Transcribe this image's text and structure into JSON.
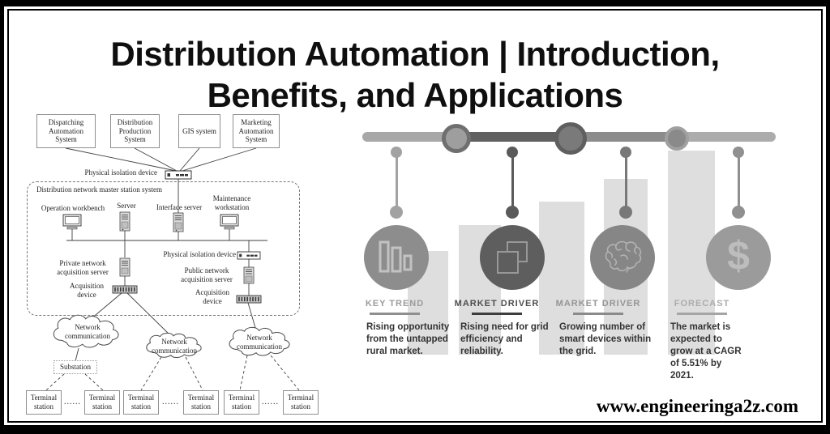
{
  "title": {
    "line1": "Distribution Automation | Introduction,",
    "line2": "Benefits, and Applications"
  },
  "website": "www.engineeringa2z.com",
  "palette": {
    "frame": "#000000",
    "background": "#ffffff",
    "title_color": "#0f0f0f",
    "diagram_ink": "#3f3f3f",
    "timeline_segments": [
      "#a8a8a8",
      "#606060",
      "#8c8c8c",
      "#acacac"
    ],
    "node_fills": [
      "#9e9e9e",
      "#7a7a7a",
      "#8a8a8a"
    ],
    "connector_colors": [
      "#a2a2a2",
      "#5a5a5a",
      "#787878",
      "#909090"
    ],
    "circle_fills": [
      "#8d8d8d",
      "#5e5e5e",
      "#868686",
      "#9b9b9b"
    ],
    "icon_strokes": [
      "#c2c2c2",
      "#989898",
      "#b2b2b2",
      "#bcbcbc"
    ],
    "bar_color": "#dedede",
    "header_colors": [
      "#9c9c9c",
      "#4e4e4e",
      "#959595",
      "#acacac"
    ],
    "rule_colors": [
      "#8f8f8f",
      "#3d3d3d",
      "#8a8a8a",
      "#a5a5a5"
    ],
    "body_text_color": "#333333"
  },
  "diagram": {
    "system_boxes": [
      "Dispatching Automation System",
      "Distribution Production System",
      "GIS system",
      "Marketing Automation System"
    ],
    "physical_isolation_device_top": "Physical isolation device",
    "master_station_box": "Distribution network master station system",
    "operation_workbench": "Operation workbench",
    "server": "Server",
    "interface_server": "Interface server",
    "maintenance_workstation": "Maintenance workstation",
    "physical_isolation_device_inner": "Physical isolation device",
    "private_network_server": "Private network acquisition server",
    "acquisition_device_1": "Acquisition device",
    "public_network_server": "Public network acquisition server",
    "acquisition_device_2": "Acquisition device",
    "clouds": [
      "Network communication",
      "Network communication",
      "Network communication"
    ],
    "substation": "Substation",
    "terminal_station": "Terminal station",
    "ellipsis": "......"
  },
  "infographic": {
    "dollar_glyph": "$",
    "columns": [
      {
        "header": "KEY TREND",
        "icon": "bar-chart-icon",
        "lines": [
          "Rising opportunity",
          "from the untapped",
          "rural market."
        ]
      },
      {
        "header": "MARKET DRIVER",
        "icon": "overlapping-squares-icon",
        "lines": [
          "Rising need for grid",
          "efficiency and",
          "reliability."
        ]
      },
      {
        "header": "MARKET DRIVER",
        "icon": "brain-icon",
        "lines": [
          "Growing number of",
          "smart devices within",
          "the grid."
        ]
      },
      {
        "header": "FORECAST",
        "icon": "dollar-icon",
        "lines": [
          "The market is",
          "expected to",
          "grow at a CAGR",
          "of 5.51% by",
          "2021."
        ]
      }
    ]
  }
}
